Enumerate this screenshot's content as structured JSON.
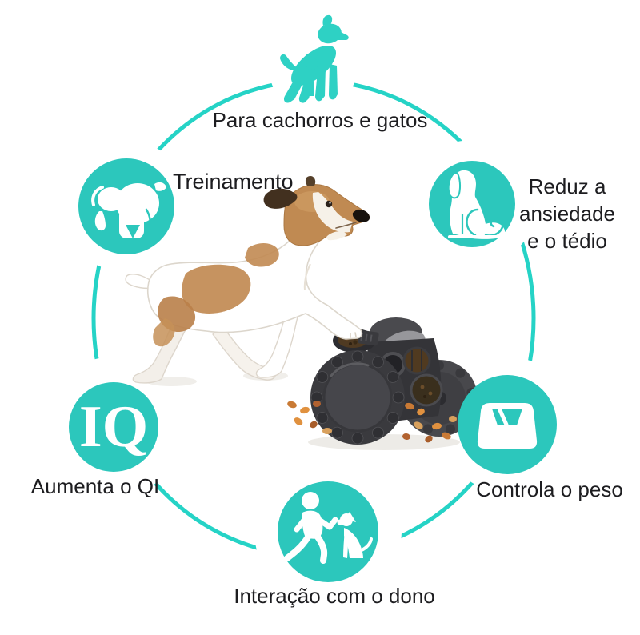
{
  "colors": {
    "background": "#ffffff",
    "teal_circle": "#2cc7bc",
    "teal_ring": "#25d3c6",
    "teal_silhouette": "#2ed1c4",
    "label_text": "#1d1d20",
    "icon_white": "#ffffff",
    "kibble_orange": "#e0913f",
    "toy_dark": "#3a3a3e"
  },
  "header": {
    "label": "Para cachorros e gatos"
  },
  "features": {
    "training": {
      "label": "Treinamento"
    },
    "anxiety": {
      "line1": "Reduz a",
      "line2": "ansiedade",
      "line3": "e o tédio"
    },
    "iq": {
      "badge": "IQ",
      "label": "Aumenta o QI"
    },
    "weight": {
      "label": "Controla o peso"
    },
    "interaction": {
      "label": "Interação com o dono"
    }
  },
  "photo": {
    "alt": "Jack Russell terrier pressing its paw on a black two-wheel treat dispenser toy with kibble scattered on the floor"
  }
}
